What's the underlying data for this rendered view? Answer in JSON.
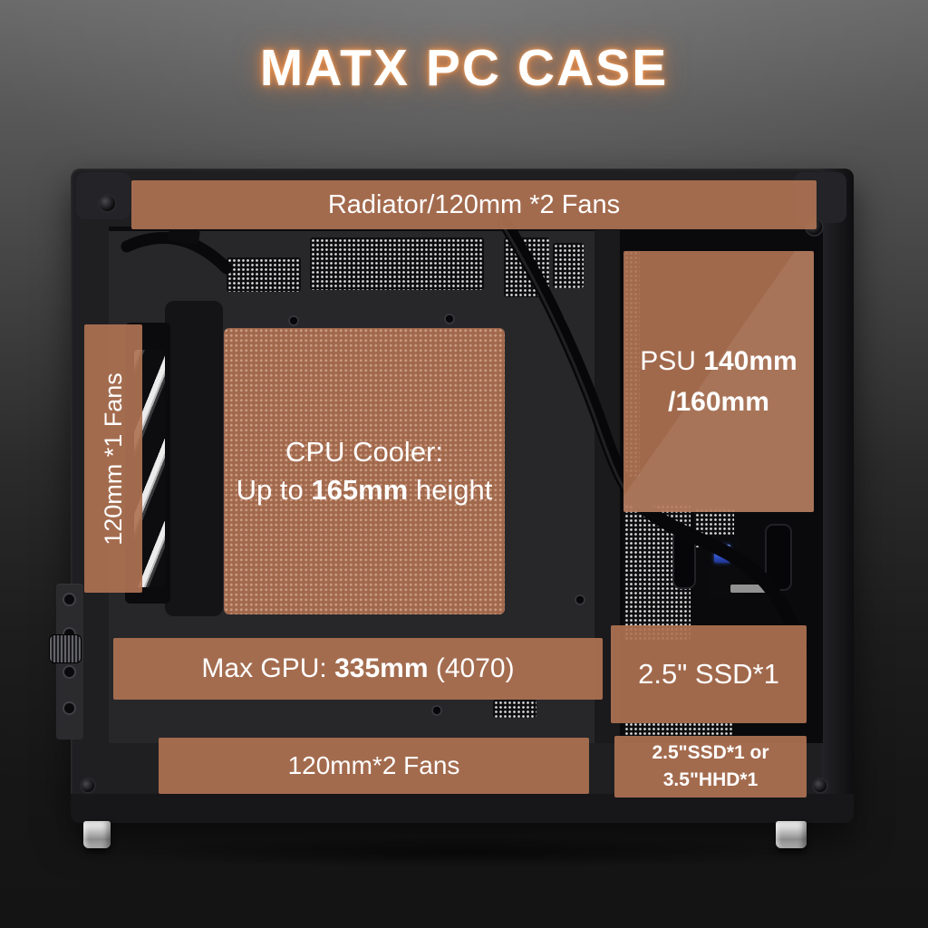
{
  "page": {
    "title": "MATX PC CASE"
  },
  "colors": {
    "annotation_overlay": "#AF7253",
    "title_glow_orange": "#FF8C3C",
    "label_text": "#FFFFFF",
    "usb3_connector_blue": "#3E5FD0",
    "case_black": "#1F1F22",
    "feet_silver": "#D2D2D2"
  },
  "annotations": {
    "radiator": {
      "text": "Radiator/120mm *2 Fans"
    },
    "rear_fan": {
      "text": "120mm *1 Fans"
    },
    "cpu_cooler": {
      "line1": "CPU Cooler:",
      "line2_pre": "Up to ",
      "line2_bold": "165mm",
      "line2_post": " height"
    },
    "psu": {
      "regular": "PSU ",
      "bold_line1": "140mm",
      "bold_line2": "/160mm"
    },
    "gpu": {
      "pre": "Max GPU: ",
      "bold": "335mm",
      "post": " (4070)"
    },
    "ssd": {
      "text": "2.5\" SSD*1"
    },
    "bottom_fans": {
      "text": "120mm*2 Fans"
    },
    "drive_bay": {
      "line1": "2.5\"SSD*1 or",
      "line2": "3.5\"HHD*1"
    }
  }
}
